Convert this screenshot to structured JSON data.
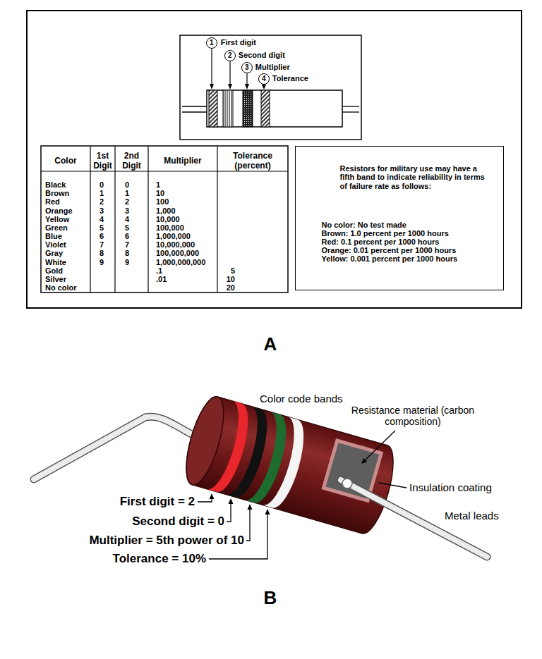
{
  "diagram": {
    "nodes": [
      {
        "text": [
          "A"
        ]
      },
      {
        "text": [
          "1",
          "First digit"
        ],
        "in": 0
      },
      {
        "text": [
          "2",
          "Second digit"
        ],
        "in": 0
      },
      {
        "text": [
          "3",
          "Multiplier"
        ],
        "in": 0
      },
      {
        "text": [
          "4",
          "Tolerance"
        ],
        "in": 0
      },
      {
        "text": [
          "Resistors for military use may have a fifth band to indicate reliability in terms of failure rate as follows:",
          "No color: No test made",
          "Brown: 1.0 percent per 1000 hours",
          "Red: 0.1 percent per 1000 hours",
          "Orange: 0.01 percent per 1000 hours",
          "Yellow: 0.001 percent per 1000 hours"
        ],
        "in": 0
      }
    ],
    "labels": [
      "Color",
      "1st Digit",
      "2nd Digit",
      "Multiplier",
      "Tolerance (percent)",
      "Black",
      "Brown",
      "Red",
      "Orange",
      "Yellow",
      "Green",
      "Blue",
      "Violet",
      "Gray",
      "White",
      "Gold",
      "Silver",
      "No color",
      "0",
      "1",
      "2",
      "3",
      "4",
      "5",
      "6",
      "7",
      "8",
      "9",
      "0",
      "1",
      "2",
      "3",
      "4",
      "5",
      "6",
      "7",
      "8",
      "9",
      "1",
      "10",
      "100",
      "1,000",
      "10,000",
      "100,000",
      "1,000,000",
      "10,000,000",
      "100,000,000",
      "1,000,000,000",
      ".1",
      ".01",
      "5",
      "10",
      "20",
      "B",
      "Color code bands",
      "Resistance material (carbon composition)",
      "Insulation coating",
      "Metal leads",
      "First digit = 2",
      "Second digit = 0",
      "Multiplier = 5th power of 10",
      "Tolerance = 10%"
    ]
  }
}
